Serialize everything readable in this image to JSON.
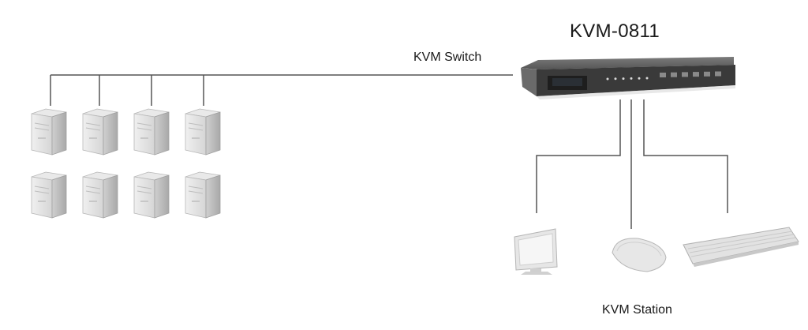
{
  "diagram": {
    "model_title": "KVM-0811",
    "switch_label": "KVM Switch",
    "station_label": "KVM Station",
    "computers": {
      "count": 8,
      "rows": 2,
      "cols": 4
    },
    "station_devices": [
      "monitor-icon",
      "mouse-icon",
      "keyboard-icon"
    ],
    "colors": {
      "line": "#555555",
      "device_body": "#d9d9d9",
      "device_shadow": "#b3b3b3",
      "switch_body": "#5a5a5a",
      "switch_front": "#2b2b2b"
    }
  }
}
